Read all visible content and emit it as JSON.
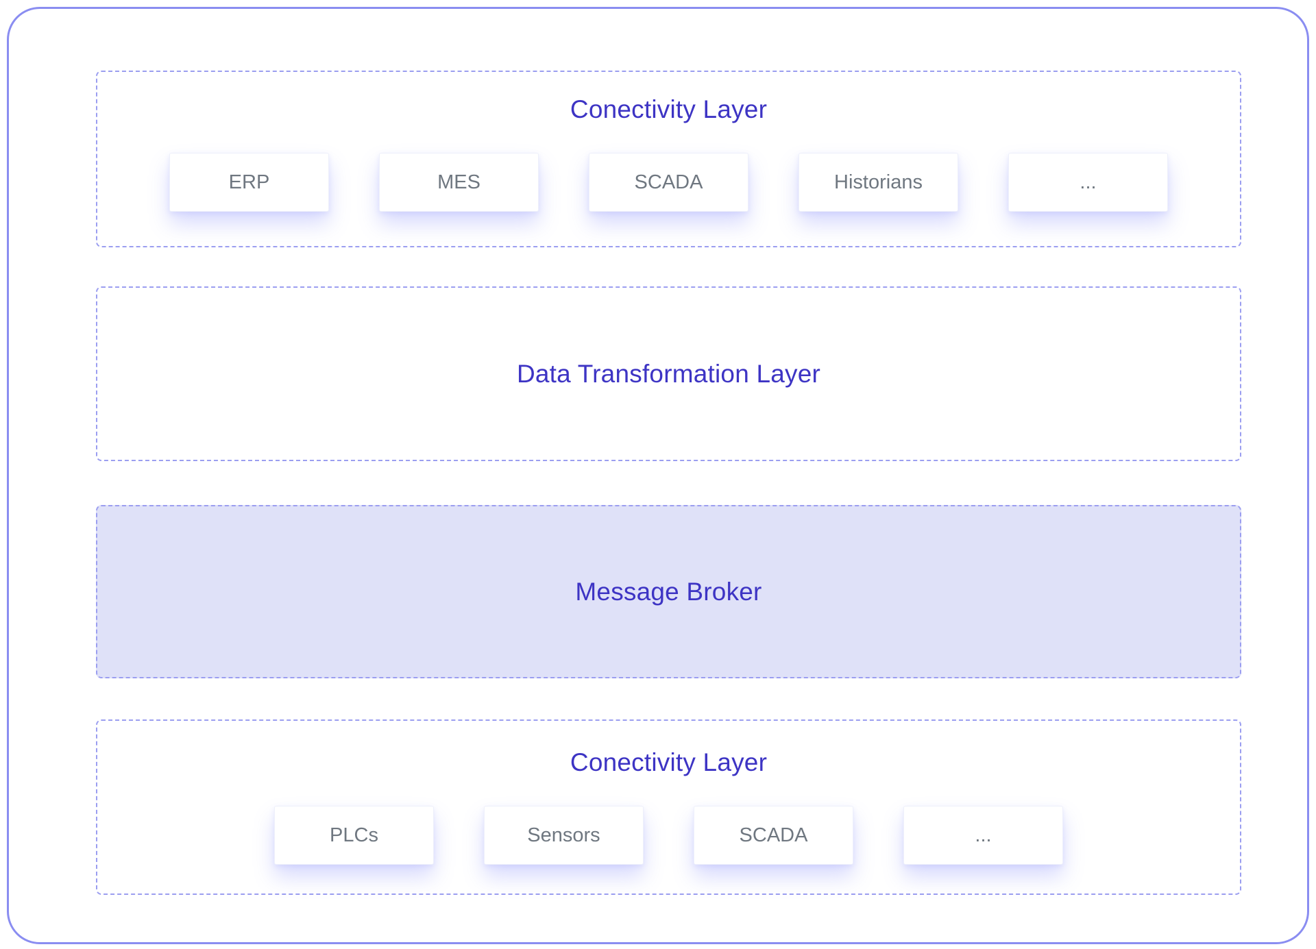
{
  "colors": {
    "outer-border": "#8A8DF1",
    "layer-border": "#9B9EF0",
    "title-text": "#3D34C4",
    "item-text": "#6F7780",
    "broker-bg": "#DFE1F8"
  },
  "layers": [
    {
      "title": "Conectivity Layer",
      "items": [
        "ERP",
        "MES",
        "SCADA",
        "Historians",
        "..."
      ]
    },
    {
      "title": "Data Transformation Layer",
      "items": []
    },
    {
      "title": "Message Broker",
      "items": []
    },
    {
      "title": "Conectivity Layer",
      "items": [
        "PLCs",
        "Sensors",
        "SCADA",
        "..."
      ]
    }
  ]
}
